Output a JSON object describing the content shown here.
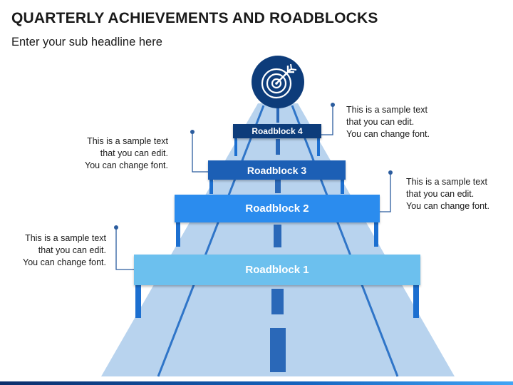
{
  "header": {
    "title": "QUARTERLY ACHIEVEMENTS AND ROADBLOCKS",
    "subtitle": "Enter your sub headline here"
  },
  "goal_icon": {
    "icon": "target-arrow-icon",
    "color": "#0d3c7a"
  },
  "roadblocks": [
    {
      "label": "Roadblock 1",
      "color": "#6cc0ee"
    },
    {
      "label": "Roadblock 2",
      "color": "#2b8cee"
    },
    {
      "label": "Roadblock 3",
      "color": "#1c5fb5"
    },
    {
      "label": "Roadblock 4",
      "color": "#0d3c7a"
    }
  ],
  "notes": [
    {
      "lines": [
        "This is a sample text",
        "that you can edit.",
        "You can change font."
      ]
    },
    {
      "lines": [
        "This is a sample text",
        "that you can edit.",
        "You can change font."
      ]
    },
    {
      "lines": [
        "This is a sample text",
        "that you can edit.",
        "You can change font."
      ]
    },
    {
      "lines": [
        "This is a sample text",
        "that you can edit.",
        "You can change font."
      ]
    }
  ],
  "colors": {
    "road": "#b8d3ee",
    "road_edge": "#2f75c8",
    "center_dash": "#2a68b8",
    "connector": "#2b5c9e"
  }
}
